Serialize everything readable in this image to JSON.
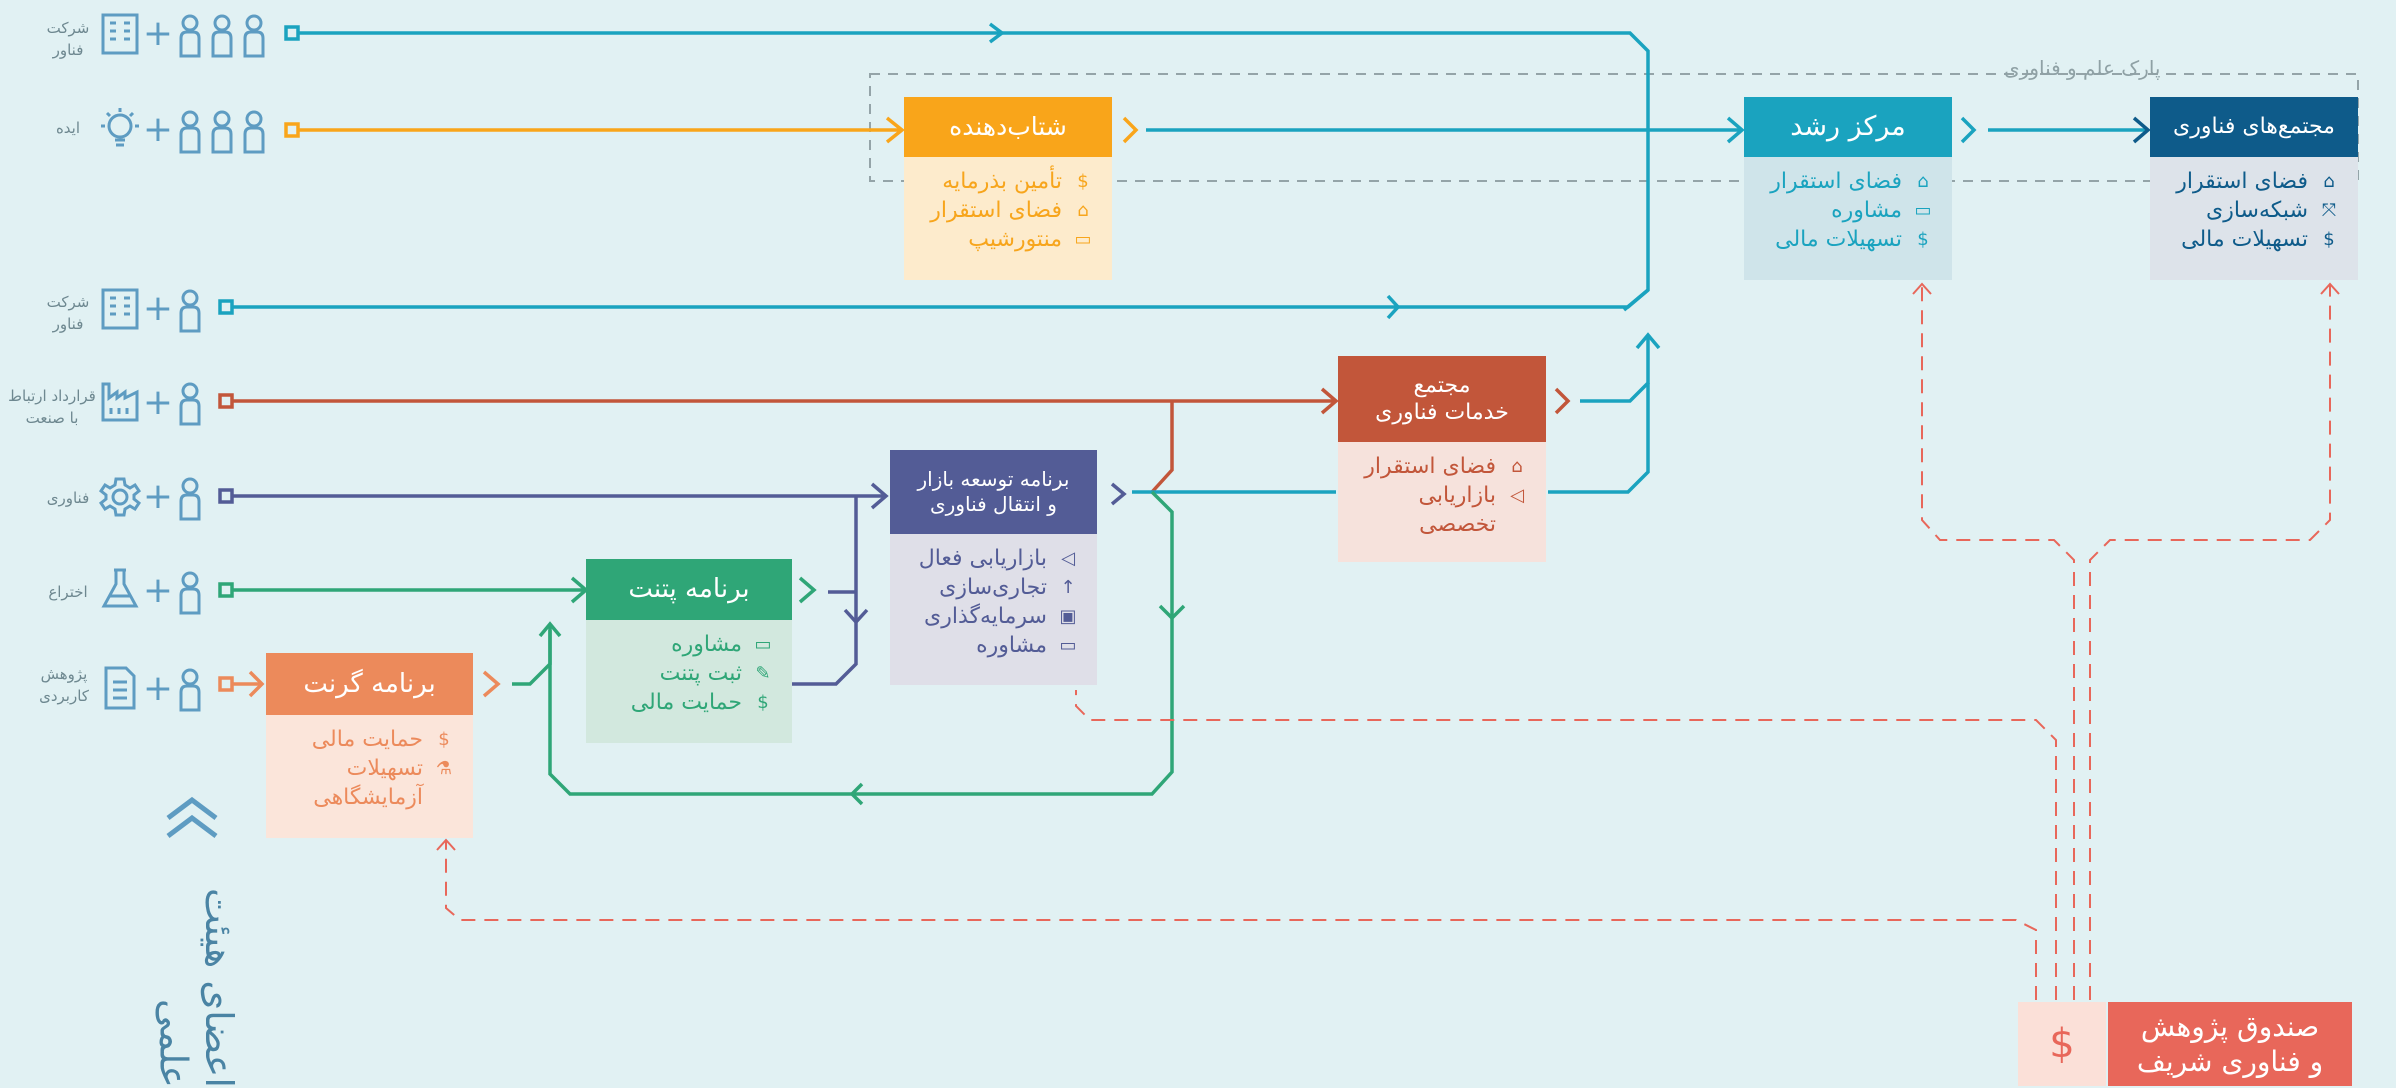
{
  "park_label": "پارک علم و فناوری",
  "entrants": [
    {
      "label": "شرکت فناور",
      "icon": "building-icon",
      "people": 3
    },
    {
      "label": "ایده",
      "icon": "lightbulb-icon",
      "people": 3
    },
    {
      "label": "شرکت فناور",
      "icon": "building-icon",
      "people": 1
    },
    {
      "label": "قرارداد ارتباط با صنعت",
      "icon": "factory-icon",
      "people": 1
    },
    {
      "label": "فناوری",
      "icon": "gear-icon",
      "people": 1
    },
    {
      "label": "اختراع",
      "icon": "flask-icon",
      "people": 1
    },
    {
      "label": "پژوهش کاربردی",
      "icon": "document-icon",
      "people": 1
    }
  ],
  "programs": {
    "accelerator": {
      "title": "شتاب‌دهنده",
      "items": [
        {
          "icon": "dollar-icon",
          "text": "تأمین بذرمایه"
        },
        {
          "icon": "home-icon",
          "text": "فضای استقرار"
        },
        {
          "icon": "chat-icon",
          "text": "منتورشیپ"
        }
      ]
    },
    "incubator": {
      "title": "مرکز رشد",
      "items": [
        {
          "icon": "home-icon",
          "text": "فضای استقرار"
        },
        {
          "icon": "chat-icon",
          "text": "مشاوره"
        },
        {
          "icon": "dollar-icon",
          "text": "تسهیلات مالی"
        }
      ]
    },
    "tech_complexes": {
      "title": "مجتمع‌های فناوری",
      "items": [
        {
          "icon": "home-icon",
          "text": "فضای استقرار"
        },
        {
          "icon": "network-icon",
          "text": "شبکه‌سازی"
        },
        {
          "icon": "dollar-icon",
          "text": "تسهیلات مالی"
        }
      ]
    },
    "tech_services": {
      "title_line1": "مجتمع",
      "title_line2": "خدمات فناوری",
      "items": [
        {
          "icon": "home-icon",
          "text": "فضای استقرار"
        },
        {
          "icon": "megaphone-icon",
          "text": "بازاریابی"
        },
        {
          "icon": "",
          "text": "تخصصی"
        }
      ]
    },
    "market_dev": {
      "title_line1": "برنامه توسعه بازار",
      "title_line2": "و انتقال فناوری",
      "items": [
        {
          "icon": "megaphone-icon",
          "text": "بازاریابی فعال"
        },
        {
          "icon": "arrow-up-icon",
          "text": "تجاری‌سازی"
        },
        {
          "icon": "briefcase-icon",
          "text": "سرمایه‌گذاری"
        },
        {
          "icon": "chat-icon",
          "text": "مشاوره"
        }
      ]
    },
    "patent": {
      "title": "برنامه پتنت",
      "items": [
        {
          "icon": "chat-icon",
          "text": "مشاوره"
        },
        {
          "icon": "edit-icon",
          "text": "ثبت پتنت"
        },
        {
          "icon": "dollar-icon",
          "text": "حمایت مالی"
        }
      ]
    },
    "grant": {
      "title": "برنامه گرنت",
      "items": [
        {
          "icon": "dollar-icon",
          "text": "حمایت مالی"
        },
        {
          "icon": "flask-icon",
          "text": "تسهیلات"
        },
        {
          "icon": "",
          "text": "آزمایشگاهی"
        }
      ]
    }
  },
  "fund": {
    "line1": "صندوق پژوهش",
    "line2": "و فناوری شریف",
    "icon": "dollar-icon"
  },
  "faculty": {
    "line1": "اعضای",
    "line2": "هیئت علمی"
  },
  "colors": {
    "background": "#e1f1f3",
    "teal": "#1aa3bf",
    "orange": "#f9a51a",
    "navy": "#0e5b8a",
    "rust": "#c2563a",
    "purple": "#535c96",
    "green": "#2fa677",
    "salmon": "#ec8a5b",
    "fund_red": "#e8675a",
    "entrant_icon": "#6fa4c6"
  }
}
